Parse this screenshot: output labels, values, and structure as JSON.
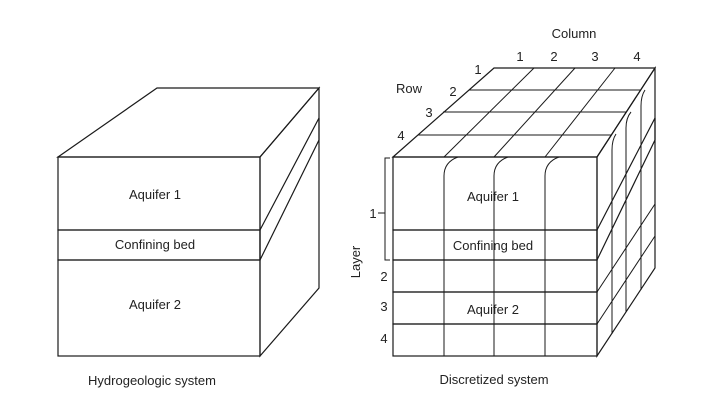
{
  "left_block": {
    "aquifer_top_label": "Aquifer 1",
    "confining_label": "Confining bed",
    "aquifer_bottom_label": "Aquifer 2",
    "caption": "Hydrogeologic system"
  },
  "right_block": {
    "aquifer_top_label": "Aquifer 1",
    "confining_label": "Confining bed",
    "aquifer_bottom_label": "Aquifer 2",
    "caption": "Discretized system",
    "column_title": "Column",
    "column_numbers": [
      "1",
      "2",
      "3",
      "4"
    ],
    "row_title": "Row",
    "row_numbers": [
      "1",
      "2",
      "3",
      "4"
    ],
    "layer_title": "Layer",
    "layer_numbers": [
      "1",
      "2",
      "3",
      "4"
    ]
  },
  "colors": {
    "confining_fill": "#c8c8c8",
    "side_confining_fill": "#a9a9a9",
    "line": "#1a1a1a",
    "background": "#ffffff"
  }
}
